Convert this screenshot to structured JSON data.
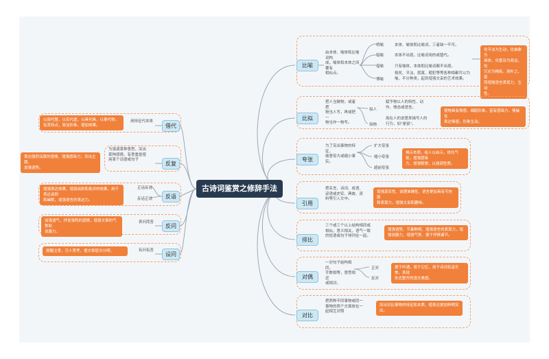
{
  "center_title": "古诗词鉴赏之修辞手法",
  "right": {
    "bi_yu": {
      "label": "比喻",
      "desc": "由本体、喻体和比喻词构\n成，喻体和本体之间要有\n相似点。",
      "types": [
        {
          "name": "明喻",
          "text": "本体、喻体和比喻词，三者缺一不可。"
        },
        {
          "name": "暗喻",
          "text": "本体不出现，比喻词用的或替代。"
        },
        {
          "name": "借喻",
          "text": "只有喻体，本体和比喻词都不出现。"
        },
        {
          "name": "博喻",
          "text": "极贫、平淡、寂寞、粗犯等等各种相都可以为\n喻，不分种类，起到增强文采的艺术效果。"
        }
      ],
      "effect": "化平淡为生动，化抽象为\n具体，化繁杂为简洁，化\n冗长为精练。简朴之，甚\n而增强语言表现力、生动\n性。"
    },
    "bi_ni": {
      "label": "比拟",
      "desc": "把人当做物，或者把\n物当人写，再或把一\n物当作一物写。",
      "types": [
        {
          "name": "拟人",
          "text": "赋予物以人的特性、动\n作、情态或语言。"
        },
        {
          "name": "拟物",
          "text": "用在人的说意来描写人的\n行为，如\"是鼠\"。"
        }
      ],
      "effect": "使物具有情感，细腻形象，富有感染力，情操在\n表达情感，形象生动。"
    },
    "kua_zhang": {
      "label": "夸张",
      "desc": "为了突出事物的特征，\n故意夸大或缩小事\n实。",
      "types": [
        "扩大夸张",
        "缩小夸张",
        "超前夸张"
      ],
      "effect": "揭示本质，给人以启示，烘托气氛，增强感染\n力，增强联想，以强调性质。"
    },
    "yin_yong": {
      "label": "引用",
      "desc": "把名言、诗词、成语、\n谚语或史实、典故、资\n料等引入文中。",
      "effect": "增强真实性、说理准确性、语言更加具有可信服\n和表现力，增强文采和趣味。"
    },
    "pai_bi": {
      "label": "排比",
      "desc": "三个或三个以上结构相同或\n相似，意义相关，语气一致\n的短语或句子排列在一起。",
      "effect": "增强语势、节奏鲜明、增强语言的表现力，增\n强说服力、增强气势、便于抒情谱节。"
    },
    "dui_ou": {
      "label": "对偶",
      "desc": "一对句子结构相同，\n字数相等，意思相近\n或相对。",
      "types": [
        "正对",
        "反对"
      ],
      "effect": "便于吟诵，易于记忆，用于诗词有音乐美，表现\n形式整齐的语文美感。"
    },
    "dui_bi": {
      "label": "对比",
      "desc": "把两种不同事物或同一\n事物的两个方面放在一\n起相互对照",
      "effect": "突出对比事物的特征和本质，使表达更加鲜明突出。"
    }
  },
  "left": {
    "jie_dai": {
      "label": "借代",
      "desc": "用特征代本体",
      "effect": "以部代整，以实代虚，以具代具，以事代物，\n有其特点，简洁形象，增加效果。"
    },
    "fan_fu": {
      "label": "反复",
      "desc": "为强调某种意思，突出\n某种感情，有意重复使\n用某个词语或句子",
      "effect": "表达强烈深厚的感情，增强感染力；突出主题，\n加强语势。"
    },
    "fan_wen": {
      "label": "反语",
      "types": [
        "正话反说",
        "反话正说"
      ],
      "effect": "增强表达效果，增强讽刺和批评的效果，用于表达讽刺\n和幽默，增强语言的表达力。"
    },
    "fan_wen2": {
      "label": "反问",
      "desc": "表问而答",
      "effect": "加强语气，抒发强烈的感情，增强文章的气势和\n说服力。"
    },
    "she_wen": {
      "label": "设问",
      "desc": "有问有答",
      "effect": "提醒注意，引人思考，使文章层次分明。"
    }
  }
}
